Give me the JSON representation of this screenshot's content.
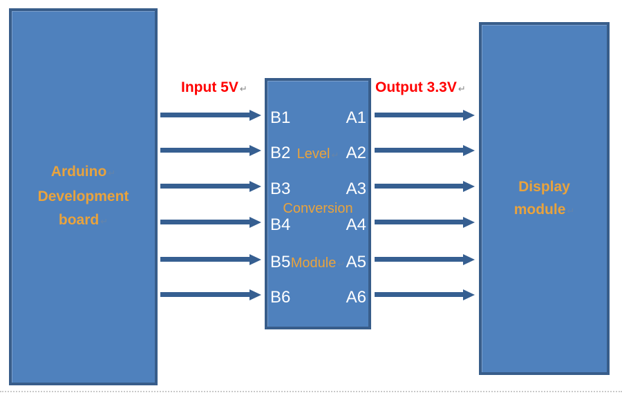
{
  "colors": {
    "box_fill": "#4F81BD",
    "box_border": "#385D8A",
    "arrow": "#365F91",
    "accent_text": "#E9A33D",
    "port_text": "#FFFFFF",
    "voltage_text": "#FF0000"
  },
  "left_box": {
    "lines": [
      "Arduino",
      "Development",
      "board"
    ]
  },
  "middle_box": {
    "left_ports": [
      "B1",
      "B2",
      "B3",
      "B4",
      "B5",
      "B6"
    ],
    "right_ports": [
      "A1",
      "A2",
      "A3",
      "A4",
      "A5",
      "A6"
    ],
    "labels": [
      "Level",
      "Conversion",
      "Module"
    ]
  },
  "right_box": {
    "lines": [
      "Display",
      "module"
    ]
  },
  "annotations": {
    "input_label": "Input 5V",
    "output_label": "Output 3.3V",
    "return_mark": "↵"
  }
}
